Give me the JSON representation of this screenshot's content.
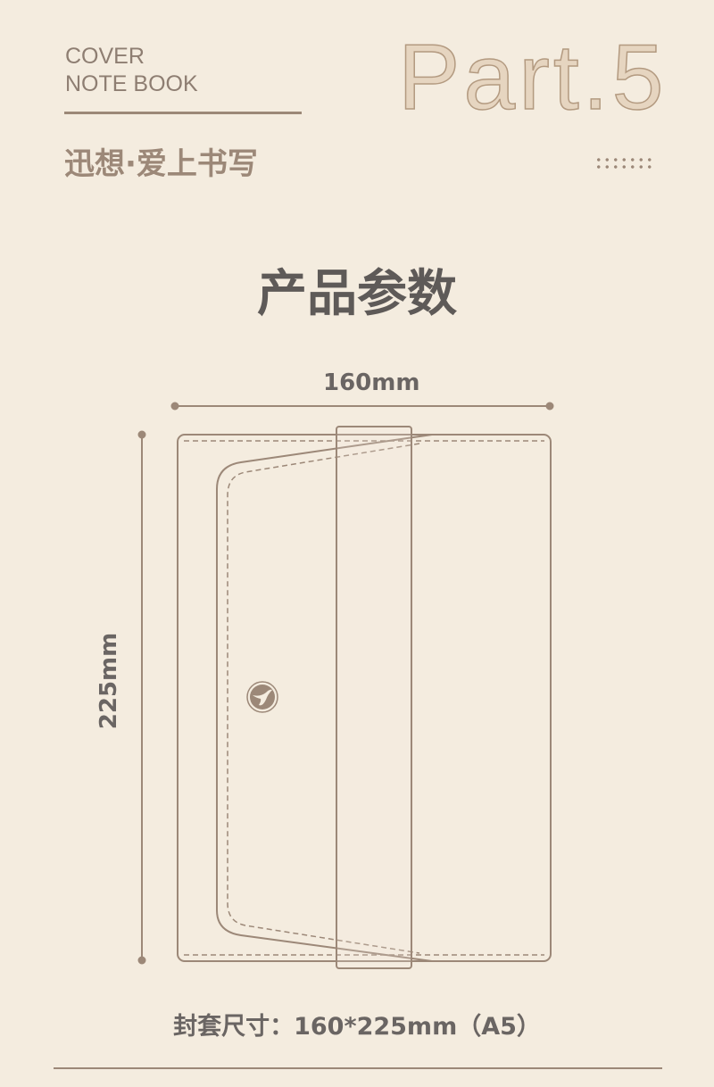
{
  "header": {
    "en_line1": "COVER",
    "en_line2": "NOTE BOOK",
    "part": "Part.5",
    "slogan": "迅想·爱上书写"
  },
  "title": "产品参数",
  "dimensions": {
    "width": "160mm",
    "height": "225mm"
  },
  "caption": "封套尺寸：160*225mm（A5）",
  "colors": {
    "background": "#f4ecdf",
    "accent": "#9c8878",
    "text": "#5e5a58"
  }
}
